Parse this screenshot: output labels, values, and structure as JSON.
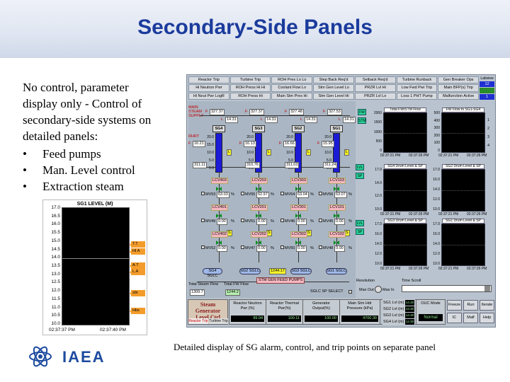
{
  "slide": {
    "title": "Secondary-Side Panels",
    "body_lines": [
      "No control, parameter",
      "display only - Control of",
      "secondary-side systems on",
      "detailed panels:"
    ],
    "bullets": [
      "Feed pumps",
      "Man. Level control",
      "Extraction steam"
    ],
    "caption": "Detailed display of SG alarm, control, and trip points on separate panel",
    "logo_text": "IAEA"
  },
  "inset": {
    "title": "SG1   LEVEL (M)",
    "ticks": [
      "17.0",
      "16.5",
      "16.0",
      "15.5",
      "15.0",
      "14.5",
      "14.0",
      "13.5",
      "13.0",
      "12.5",
      "12.0",
      "11.5",
      "11.0",
      "10.5",
      "10.0"
    ],
    "flags": [
      "T.T",
      "HI A",
      "A.T",
      "L.A",
      "sbt",
      "Hbs"
    ],
    "time_start": "02:37:37 PM",
    "time_end": "02:37:40 PM"
  },
  "trip_table": [
    [
      "Reactor Trip",
      "Turbine Trip",
      "ROH Pres Lo Lo",
      "Step Back Req'd",
      "Setback Req'd",
      "Turbine Runback",
      "Gen Breaker Ops"
    ],
    [
      "Hi Neutron Pwr",
      "ROH Press Hi Hi",
      "Coolant Flow Lo",
      "Stm Gen Level Lo",
      "PRZR Lvl Hi",
      "Low Fwd Pwr Trip",
      "Main BFP(s) Trip"
    ],
    [
      "Hi Neut Pwr LogR",
      "ROH Press Hi",
      "Main Stm Pres Hi",
      "Stm Gen Level Hi",
      "PRZR Lvl Lo",
      "Loss 1 PHT Pump",
      "Malfunction Active"
    ]
  ],
  "labview": {
    "label": "Labview",
    "values": [
      "12",
      "",
      "1"
    ]
  },
  "mimic": {
    "main_steam_supply": "MAIN STEAM SUPPLY",
    "rhrt": "RHRT",
    "f": "F",
    "lcv_tag": "L",
    "s_tag": "S",
    "units": {
      "pct": "%"
    },
    "sg_scale": [
      "20.0",
      "15.0",
      "10.0",
      "5.0",
      "0.0"
    ],
    "sgs": [
      {
        "name": "SG4",
        "top_value": "327.37",
        "level": "14.31",
        "rhrt": "16.21",
        "feed": "311.11",
        "lcv_a": "LCV403",
        "mv_a": "MV53",
        "mv_a_val": "63.03",
        "lcv_b": "LCV401",
        "mv_b": "MV49",
        "mv_b_val": "0.00",
        "lcv_c": "LCV402",
        "mv_c": "MV52",
        "mv_c_val": "0.00",
        "btn": "SG4 SGLC"
      },
      {
        "name": "SG3",
        "top_value": "327.37",
        "level": "14.31",
        "rhrt": "16.13",
        "feed": "310.76",
        "lcv_a": "LCV203",
        "mv_a": "MV55",
        "mv_a_val": "62.97",
        "lcv_b": "LCV201",
        "mv_b": "MV51",
        "mv_b_val": "0.00",
        "lcv_c": "LCV202",
        "mv_c": "MV47",
        "mv_c_val": "0.00",
        "btn": "SG2 SGLC"
      },
      {
        "name": "SG2",
        "top_value": "327.48",
        "level": "14.31",
        "rhrt": "16.66",
        "feed": "311.03",
        "lcv_a": "LCV303",
        "mv_a": "MV54",
        "mv_a_val": "63.04",
        "lcv_b": "LCV301",
        "mv_b": "MV46",
        "mv_b_val": "0.00",
        "lcv_c": "LCV302",
        "mv_c": "MV50",
        "mv_c_val": "0.00",
        "btn": "SG3 SGLC"
      },
      {
        "name": "SG1",
        "top_value": "327.53",
        "level": "14.31",
        "rhrt": "15.95",
        "feed": "311.24",
        "lcv_a": "LCV103",
        "mv_a": "MV56",
        "mv_a_val": "63.07",
        "lcv_b": "LCV101",
        "mv_b": "MV45",
        "mv_b_val": "0.00",
        "lcv_c": "LCV102",
        "mv_c": "MV48",
        "mv_c_val": "0.00",
        "btn": "SG1 SGLC"
      }
    ],
    "header_value": "1244.17",
    "stm_gen_feed_pumps": "STM GEN FEED PUMPS",
    "total_steam_flow_label": "Total Steam Flow",
    "total_steam_flow": "1309.7",
    "total_fw_flow_label": "Total FW Flow",
    "total_fw_flow": "1244.2",
    "sglc_sp_select": "SGLC SP SELECT"
  },
  "side_tags": {
    "fw": "FW",
    "stm": "STM",
    "lvl": "LVL",
    "sp": "SP"
  },
  "charts": {
    "total_flow": {
      "title": "Total FW/STM Flow",
      "ticks": [
        "2000",
        "1500",
        "1000",
        "500",
        "0"
      ],
      "t0": "02:37:21 PM",
      "t1": "02:37:26 PM"
    },
    "fw_sg4": {
      "title": "FW Flow to SG1-SG4",
      "ticks": [
        "500",
        "400",
        "300",
        "200",
        "100",
        "0"
      ],
      "t0": "02:37:21 PM",
      "t1": "02:37:26 PM",
      "legend": [
        "1",
        "2",
        "3",
        "4"
      ]
    },
    "sg4_drum": {
      "title": "SG4 Drum Level & SP",
      "ticks": [
        "17.0",
        "14.0",
        "12.0",
        "10.0"
      ],
      "t0": "02:37:21 PM",
      "t1": "02:37:26 PM"
    },
    "sg2_drum": {
      "title": "SG2 Drum Level & SP",
      "ticks": [
        "17.0",
        "16.0",
        "14.0",
        "12.0",
        "10.0"
      ],
      "t0": "02:37:21 PM",
      "t1": "02:37:26 PM"
    },
    "sg3_drum": {
      "title": "SG3 Drum Level & SP",
      "ticks": [
        "17.0",
        "16.0",
        "14.0",
        "12.0",
        "10.0"
      ],
      "t0": "02:37:21 PM",
      "t1": "02:37:26 PM"
    },
    "sg1_drum": {
      "title": "SG1 Drum Level & SP",
      "ticks": [
        "17.0",
        "16.0",
        "14.0",
        "12.0",
        "10.0"
      ],
      "t0": "02:37:21 PM",
      "t1": "02:37:26 PM"
    }
  },
  "resolution": {
    "label": "Resolution",
    "max_out": "Max Out",
    "max_in": "Max In"
  },
  "time_scroll": {
    "label": "Time Scroll"
  },
  "bottom": {
    "steam_gen_ctl": "Steam Generator Level Ctrl",
    "tabs": [
      "Reactor Trip",
      "Turbine Trip"
    ],
    "params": [
      {
        "head": "Reactor Neutron Pwr (%)",
        "value": "99.94"
      },
      {
        "head": "Reactor Thermal Pwr(%)",
        "value": "100.11"
      },
      {
        "head": "Generator Output(%)",
        "value": "100.00"
      },
      {
        "head": "Main Stm Hdr Pressure (kPa)",
        "value": "4700.30"
      }
    ],
    "sg_levels": [
      {
        "label": "SG1 Lvl (m)",
        "value": "14.30"
      },
      {
        "label": "SG2 Lvl (m)",
        "value": "14.30"
      },
      {
        "label": "SG3 Lvl (m)",
        "value": "14.30"
      },
      {
        "label": "SG4 Lvl (m)",
        "value": "14.30"
      }
    ],
    "ouc_mode_label": "OUC Mode",
    "ouc_mode": "Normal",
    "buttons": [
      "Freeze",
      "Run",
      "Iterate",
      "IC",
      "Malf",
      "Help"
    ]
  }
}
